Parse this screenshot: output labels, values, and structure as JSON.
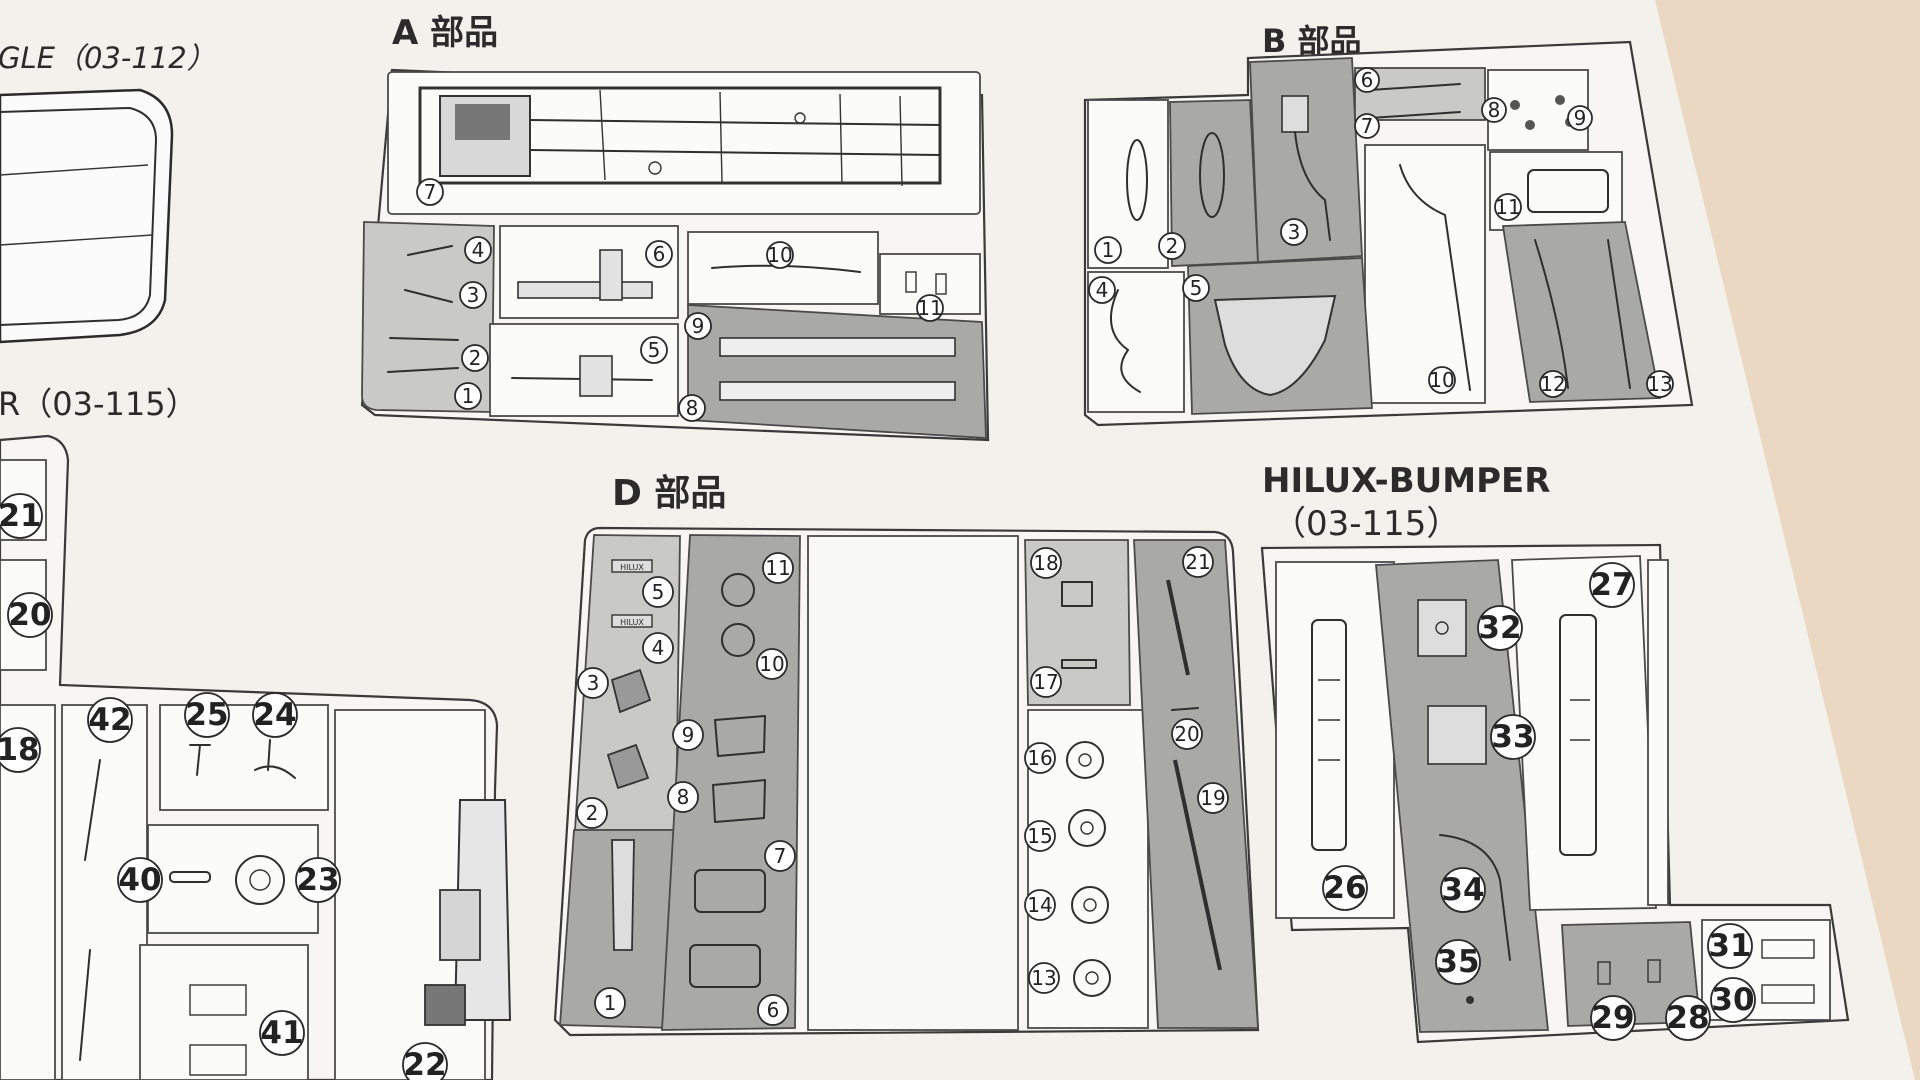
{
  "headers": {
    "top_left_fragment": "GLE（03-112）",
    "mid_left_fragment": "R（03-115）",
    "a_parts": "A 部品",
    "b_parts": "B 部品",
    "d_parts": "D 部品",
    "hilux_title": "HILUX-BUMPER",
    "hilux_code": "（03-115）"
  },
  "part_numbers": {
    "a": [
      "1",
      "2",
      "3",
      "4",
      "5",
      "6",
      "7",
      "8",
      "9",
      "10",
      "11"
    ],
    "b": [
      "1",
      "2",
      "3",
      "4",
      "5",
      "6",
      "7",
      "8",
      "9",
      "10",
      "11",
      "12",
      "13"
    ],
    "d": [
      "1",
      "2",
      "3",
      "4",
      "5",
      "6",
      "7",
      "8",
      "9",
      "10",
      "11",
      "13",
      "14",
      "15",
      "16",
      "17",
      "18",
      "19",
      "20",
      "21"
    ],
    "hilux": [
      "26",
      "27",
      "28",
      "29",
      "30",
      "31",
      "32",
      "33",
      "34",
      "35"
    ],
    "left": [
      "18",
      "20",
      "21",
      "22",
      "23",
      "24",
      "25",
      "40",
      "41",
      "42"
    ]
  },
  "embossed_text": [
    "HILUX",
    "HILUX"
  ]
}
